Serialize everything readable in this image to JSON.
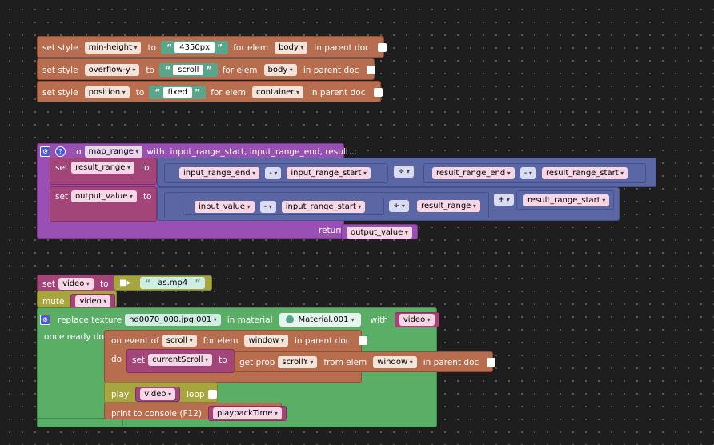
{
  "style_blocks": {
    "set_style": "set style",
    "to": "to",
    "for_elem": "for elem",
    "in_parent_doc": "in parent doc",
    "rows": [
      {
        "prop": "min-height",
        "value": "4350px",
        "elem": "body"
      },
      {
        "prop": "overflow-y",
        "value": "scroll",
        "elem": "body"
      },
      {
        "prop": "position",
        "value": "fixed",
        "elem": "container"
      }
    ]
  },
  "function_block": {
    "to": "to",
    "name": "map_range",
    "with": "with: input_range_start, input_range_end, result...",
    "set": "set",
    "to_kw": "to",
    "var1": "result_range",
    "var2": "output_value",
    "a1": "input_range_end",
    "minus": "-",
    "a2": "input_range_start",
    "divide": "÷",
    "a3": "result_range_end",
    "a4": "result_range_start",
    "b1": "input_value",
    "b2": "input_range_start",
    "b3": "result_range",
    "plus": "+",
    "b4": "result_range_start",
    "return": "return",
    "ret": "output_value"
  },
  "video_blocks": {
    "set": "set",
    "var": "video",
    "to": "to",
    "file": "as.mp4",
    "mute": "mute",
    "mute_var": "video",
    "replace_texture": "replace texture",
    "texture_file": "hd0070_000.jpg.001",
    "in_material": "in material",
    "material": "Material.001",
    "with": "with",
    "with_var": "video",
    "once_ready": "once ready do",
    "on_event": "on event of",
    "event": "scroll",
    "for_elem": "for elem",
    "event_elem": "window",
    "in_parent_doc": "in parent doc",
    "do": "do",
    "set2": "set",
    "current_scroll": "currentScroll",
    "to2": "to",
    "get_prop": "get prop",
    "prop": "scrollY",
    "from_elem": "from elem",
    "from_elem_val": "window",
    "in_parent_doc2": "in parent doc",
    "play": "play",
    "play_var": "video",
    "loop": "loop",
    "print": "print to console (F12)",
    "print_var": "playbackTime"
  },
  "colors": {
    "style": "#b86d4f",
    "procedure": "#9a4fb4",
    "math": "#5b67a5",
    "variable": "#a4457a",
    "event": "#5bae66",
    "media": "#a6a53e",
    "text": "#5ba68a",
    "workspace": "#1e1e1e"
  }
}
